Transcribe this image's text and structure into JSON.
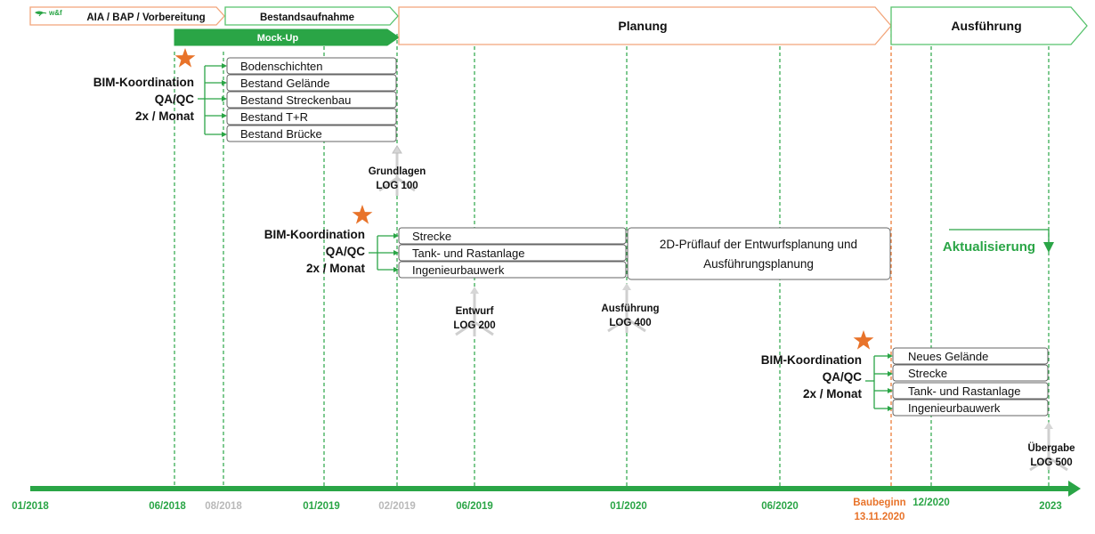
{
  "colors": {
    "green": "#2aa546",
    "orange": "#e8732a",
    "grey": "#b9b9b9",
    "orange_outline": "#f2a57a",
    "green_outline": "#56c26c"
  },
  "logo": {
    "text": "w&f",
    "icon": "leaf-logo-icon"
  },
  "phases": [
    {
      "label": "AIA / BAP / Vorbereitung"
    },
    {
      "label": "Bestandsaufnahme"
    },
    {
      "label": "Mock-Up"
    },
    {
      "label": "Planung"
    },
    {
      "label": "Ausführung"
    }
  ],
  "coord_groups": [
    {
      "lines": [
        "BIM-Koordination",
        "QA/QC",
        "2x / Monat"
      ],
      "items": [
        "Bodenschichten",
        "Bestand Gelände",
        "Bestand Streckenbau",
        "Bestand T+R",
        "Bestand Brücke"
      ]
    },
    {
      "lines": [
        "BIM-Koordination",
        "QA/QC",
        "2x / Monat"
      ],
      "items": [
        "Strecke",
        "Tank- und Rastanlage",
        "Ingenieurbauwerk"
      ]
    },
    {
      "lines": [
        "BIM-Koordination",
        "QA/QC",
        "2x / Monat"
      ],
      "items": [
        "Neues Gelände",
        "Strecke",
        "Tank- und Rastanlage",
        "Ingenieurbauwerk"
      ]
    }
  ],
  "review_box": {
    "line1": "2D-Prüflauf der Entwurfsplanung und",
    "line2": "Ausführungsplanung"
  },
  "milestones": [
    {
      "line1": "Grundlagen",
      "line2": "LOG 100"
    },
    {
      "line1": "Entwurf",
      "line2": "LOG 200"
    },
    {
      "line1": "Ausführung",
      "line2": "LOG 400"
    },
    {
      "line1": "Übergabe",
      "line2": "LOG 500"
    }
  ],
  "update_label": "Aktualisierung",
  "timeline": [
    {
      "label": "01/2018",
      "color": "green"
    },
    {
      "label": "06/2018",
      "color": "green"
    },
    {
      "label": "08/2018",
      "color": "grey"
    },
    {
      "label": "01/2019",
      "color": "green"
    },
    {
      "label": "02/2019",
      "color": "grey"
    },
    {
      "label": "06/2019",
      "color": "green"
    },
    {
      "label": "01/2020",
      "color": "green"
    },
    {
      "label": "06/2020",
      "color": "green"
    },
    {
      "label": "Baubeginn",
      "sublabel": "13.11.2020",
      "color": "orange"
    },
    {
      "label": "12/2020",
      "color": "green"
    },
    {
      "label": "2023",
      "color": "green"
    }
  ]
}
